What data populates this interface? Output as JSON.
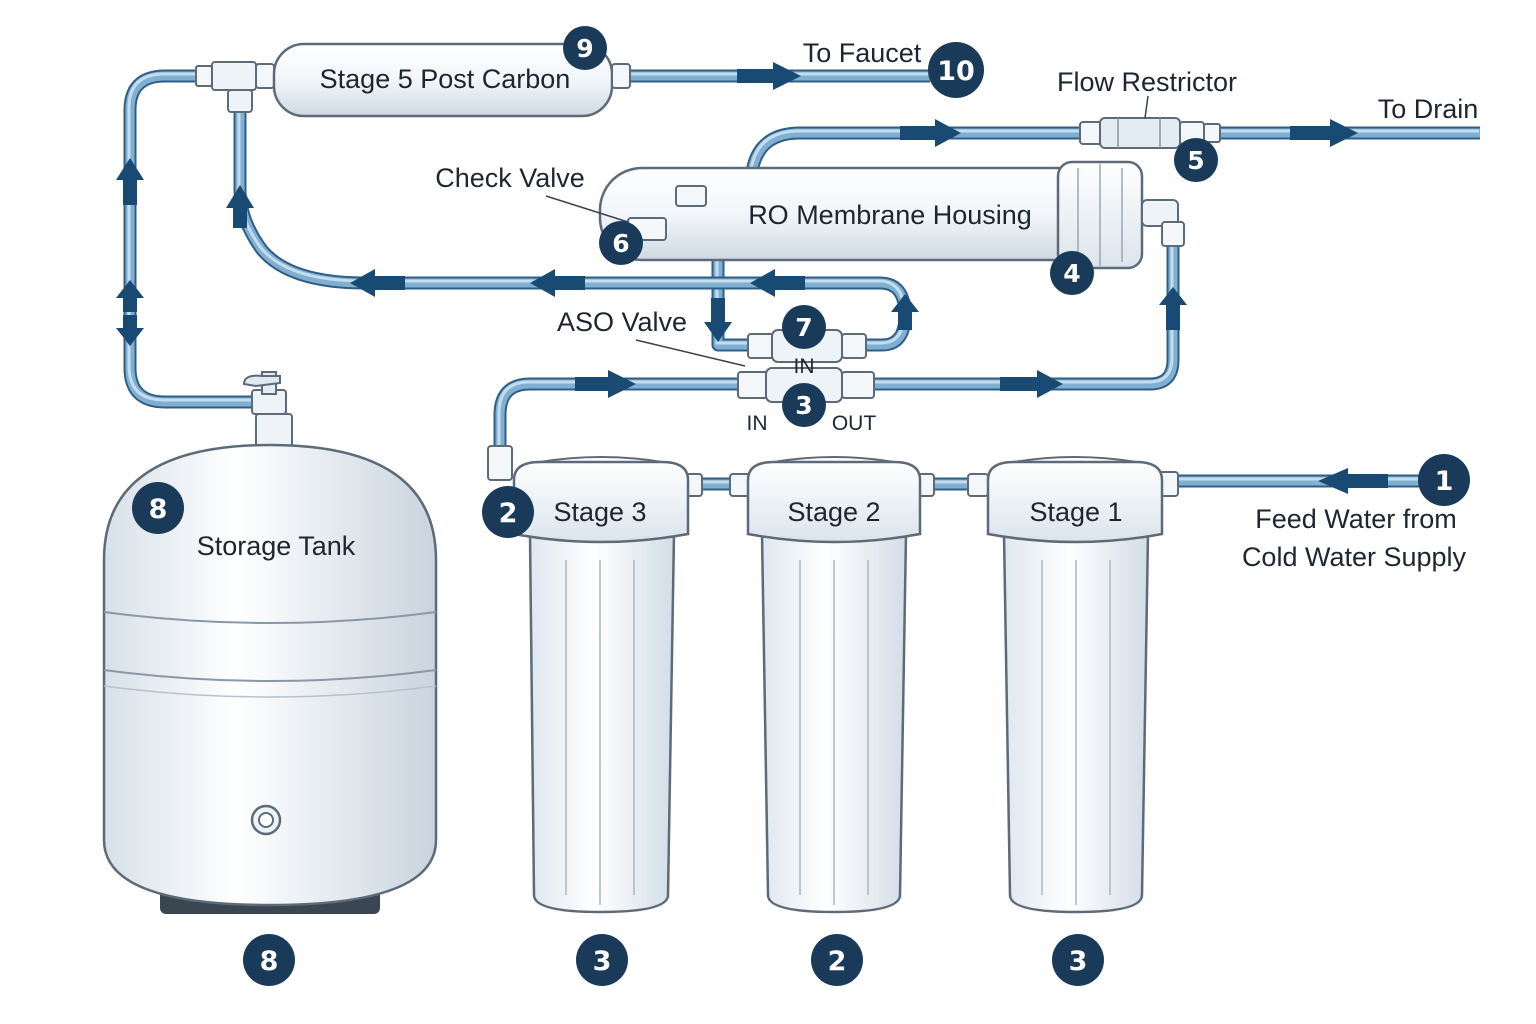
{
  "colors": {
    "tube": "#7fb0d2",
    "tube_highlight": "#c4dcee",
    "tube_outline": "#2f5f86",
    "arrow": "#184a73",
    "badge": "#1a3a5a",
    "housing_fill": "#eef3f8",
    "housing_stroke": "#5d6b78"
  },
  "labels": {
    "post_carbon": "Stage 5 Post Carbon",
    "to_faucet": "To Faucet",
    "flow_restrictor": "Flow Restrictor",
    "to_drain": "To Drain",
    "check_valve": "Check Valve",
    "ro_membrane": "RO Membrane Housing",
    "aso_valve": "ASO Valve",
    "aso_in_upper": "IN",
    "aso_in_lower": "IN",
    "aso_out": "OUT",
    "storage_tank": "Storage Tank",
    "stage3": "Stage 3",
    "stage2": "Stage 2",
    "stage1": "Stage 1",
    "feed_line1": "Feed Water from",
    "feed_line2": "Cold Water Supply"
  },
  "badges": {
    "b9": "9",
    "b10": "10",
    "b5": "5",
    "b6": "6",
    "b4": "4",
    "b7": "7",
    "b3_aso": "3",
    "b2_top": "2",
    "b1": "1",
    "b8_tank": "8",
    "b8_bottom": "8",
    "b3_left": "3",
    "b2_bottom": "2",
    "b3_right": "3"
  }
}
